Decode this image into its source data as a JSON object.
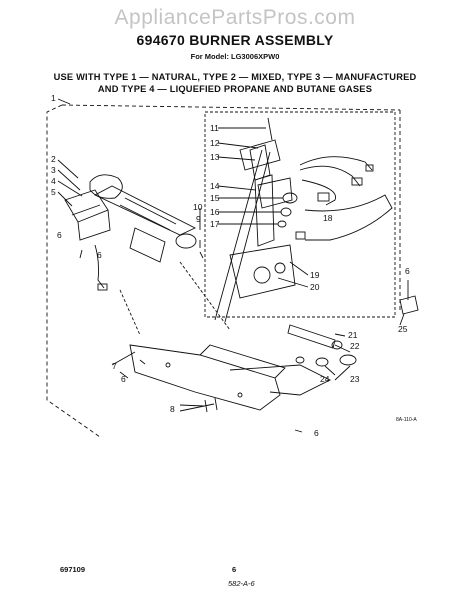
{
  "watermark": "AppliancePartsPros.com",
  "header": {
    "title": "694670 BURNER ASSEMBLY",
    "model": "For Model: LG3006XPW0"
  },
  "usage_lines": [
    "USE WITH TYPE 1 — NATURAL, TYPE 2 — MIXED, TYPE 3 — MANUFACTURED",
    "AND TYPE 4 — LIQUEFIED PROPANE AND BUTANE GASES"
  ],
  "callouts": [
    "1",
    "2",
    "3",
    "4",
    "5",
    "6",
    "6",
    "7",
    "8",
    "9",
    "10",
    "11",
    "12",
    "13",
    "14",
    "15",
    "16",
    "17",
    "18",
    "19",
    "20",
    "21",
    "22",
    "23",
    "24",
    "25",
    "6",
    "6",
    "6"
  ],
  "figure_code": "8A-110-A",
  "footer": {
    "doc_number": "697109",
    "page_number": "6",
    "handwritten": "582-A-6"
  }
}
